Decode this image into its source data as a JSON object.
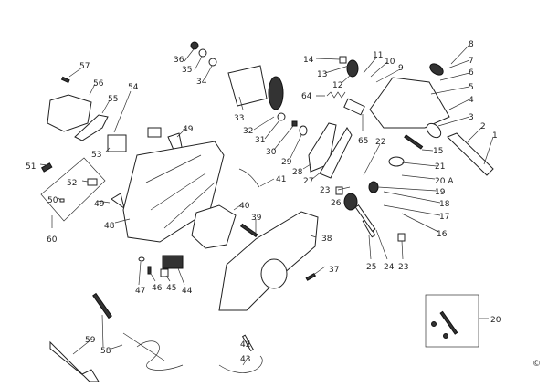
{
  "diagram": {
    "title": "Exploded parts diagram",
    "labels": {
      "p1": "1",
      "p2": "2",
      "p3": "3",
      "p4": "4",
      "p5": "5",
      "p6": "6",
      "p7": "7",
      "p8": "8",
      "p9": "9",
      "p10": "10",
      "p11": "11",
      "p12": "12",
      "p13": "13",
      "p14": "14",
      "p15": "15",
      "p16": "16",
      "p17": "17",
      "p18": "18",
      "p19": "19",
      "p20a": "20 A",
      "p20": "20",
      "p21": "21",
      "p22": "22",
      "p23a": "23",
      "p23b": "23",
      "p24": "24",
      "p25": "25",
      "p26": "26",
      "p27": "27",
      "p28": "28",
      "p29": "29",
      "p30": "30",
      "p31": "31",
      "p32": "32",
      "p33": "33",
      "p34": "34",
      "p35": "35",
      "p36": "36",
      "p37": "37",
      "p38": "38",
      "p39": "39",
      "p40": "40",
      "p41": "41",
      "p42": "42",
      "p43": "43",
      "p44": "44",
      "p45": "45",
      "p46": "46",
      "p47": "47",
      "p48": "48",
      "p49a": "49",
      "p49b": "49",
      "p50": "50",
      "p51": "51",
      "p52": "52",
      "p53": "53",
      "p54": "54",
      "p55": "55",
      "p56": "56",
      "p57": "57",
      "p58": "58",
      "p59": "59",
      "p60": "60",
      "p64": "64",
      "p65": "65"
    },
    "copyright": "©"
  }
}
